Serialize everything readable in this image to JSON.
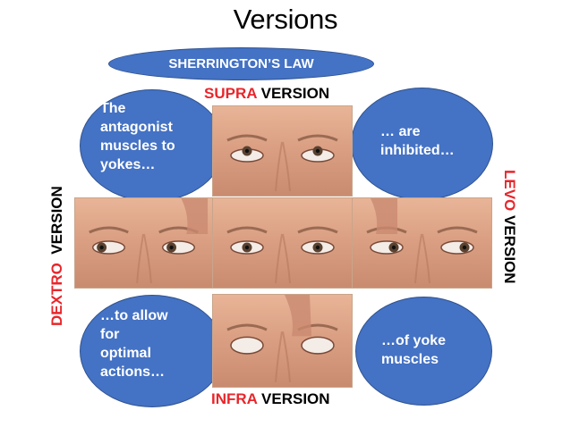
{
  "title": "Versions",
  "banner": "SHERRINGTON’S LAW",
  "labels": {
    "supra_red": "SUPRA",
    "supra_rest": " VERSION",
    "infra_red": "INFRA",
    "infra_rest": " VERSION",
    "dextro_red": "DEXTRO",
    "dextro_rest": "  VERSION",
    "levo_red": "LEVO",
    "levo_rest": " VERSION"
  },
  "bubbles": {
    "top_left": "The\nantagonist\nmuscles to\nyokes…",
    "top_right": "… are\ninhibited…",
    "bottom_left": "…to allow\nfor\noptimal\nactions…",
    "bottom_right": "…of yoke\nmuscles"
  },
  "photos": [
    {
      "name": "up-gaze",
      "gaze": "up"
    },
    {
      "name": "right-gaze",
      "gaze": "right"
    },
    {
      "name": "primary-gaze",
      "gaze": "center"
    },
    {
      "name": "left-gaze",
      "gaze": "left"
    },
    {
      "name": "down-gaze",
      "gaze": "down"
    }
  ],
  "colors": {
    "accent_blue": "#4472c4",
    "label_red": "#e8262b"
  }
}
